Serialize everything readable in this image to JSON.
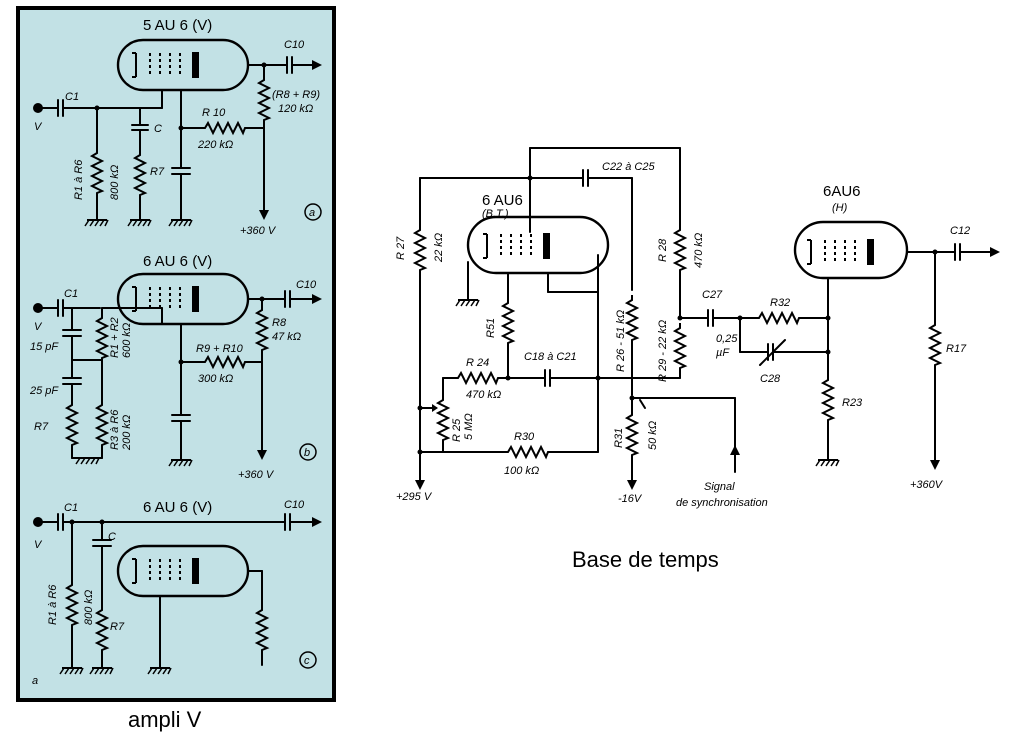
{
  "captions": {
    "left": "ampli  V",
    "right": "Base de temps"
  },
  "panel_a": {
    "tube": "5 AU 6 (V)",
    "C1": "C1",
    "V": "V",
    "C": "C",
    "C10": "C10",
    "R1R6": "R1 à R6",
    "R1R6_val": "800 kΩ",
    "R7": "R7",
    "R10": "R 10",
    "R10_val": "220 kΩ",
    "R8R9": "(R8 + R9)",
    "R8R9_val": "120 kΩ",
    "supply": "+360 V",
    "mark": "a"
  },
  "panel_b": {
    "tube": "6 AU 6 (V)",
    "C1": "C1",
    "V": "V",
    "C10": "C10",
    "c15": "15 pF",
    "c25": "25 pF",
    "R7": "R7",
    "R1R2": "R1 + R2",
    "R1R2_val": "600 kΩ",
    "R3R6": "R3 à R6",
    "R3R6_val": "200 kΩ",
    "R9R10": "R9 + R10",
    "R9R10_val": "300 kΩ",
    "R8": "R8",
    "R8_val": "47 kΩ",
    "supply": "+360 V",
    "mark": "b"
  },
  "panel_c": {
    "tube": "6 AU 6 (V)",
    "C1": "C1",
    "V": "V",
    "C": "C",
    "C10": "C10",
    "R1R6": "R1 à R6",
    "R1R6_val": "800 kΩ",
    "R7": "R7",
    "mark": "c",
    "side": "a"
  },
  "timebase": {
    "tube_bt": "6 AU6",
    "tube_bt_sub": "(B.T.)",
    "tube_h": "6AU6",
    "tube_h_sub": "(H)",
    "C22C25": "C22 à C25",
    "C12": "C12",
    "R27": "R 27",
    "R27_val": "22 kΩ",
    "R28": "R 28",
    "R28_val": "470 kΩ",
    "R51": "R51",
    "R24": "R 24",
    "R24_val": "470 kΩ",
    "C18C21": "C18 à C21",
    "R26R51": "R 26 - 51 kΩ",
    "R29R22": "R 29 - 22 kΩ",
    "C27": "C27",
    "C27_val1": "0,25",
    "C27_val2": "µF",
    "R32": "R32",
    "C28": "C28",
    "R23": "R23",
    "R17": "R17",
    "R25": "R 25",
    "R25_val": "5 MΩ",
    "R30": "R30",
    "R30_val": "100 kΩ",
    "R31": "R31",
    "R31_val": "50 kΩ",
    "v295": "+295 V",
    "v16": "-16V",
    "v360": "+360V",
    "sig1": "Signal",
    "sig2": "de synchronisation"
  }
}
